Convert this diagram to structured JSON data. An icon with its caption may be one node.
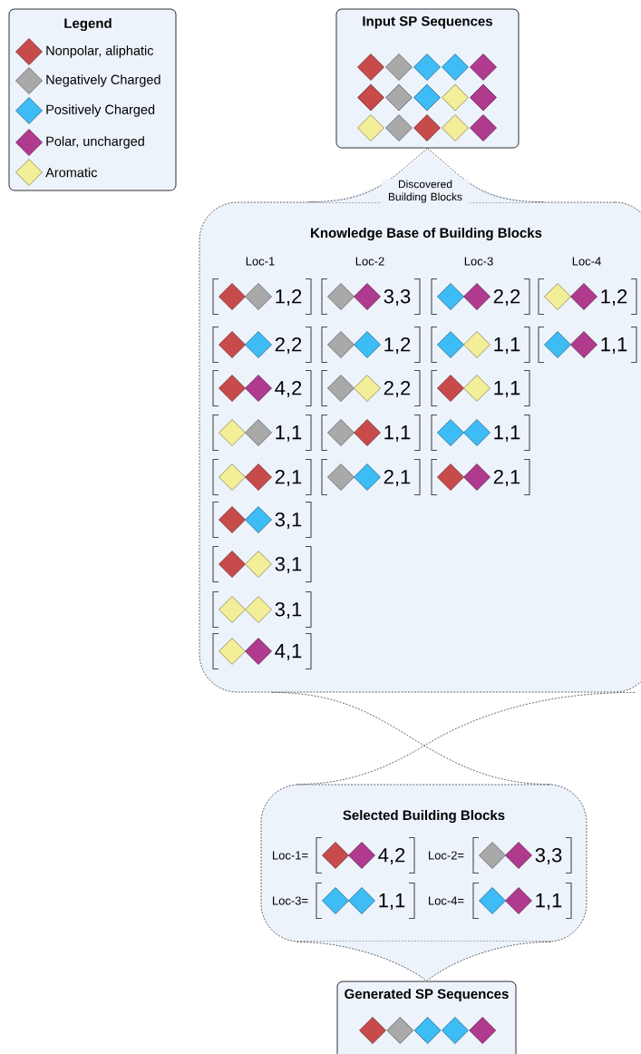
{
  "diagram": {
    "nodes": [
      {
        "text": [
          "Input SP Sequences"
        ]
      },
      {
        "text": [
          "Knowledge Base of Building Blocks"
        ]
      },
      {
        "text": [
          "Selected Building Blocks"
        ]
      },
      {
        "text": [
          "Generated SP Sequences"
        ]
      }
    ],
    "edges": [
      {
        "from": 0,
        "to": 1,
        "arrow": "none",
        "style": "dashed",
        "label": "Discovered Building Blocks"
      },
      {
        "from": 1,
        "to": 2,
        "arrow": "none",
        "style": "dashed"
      },
      {
        "from": 2,
        "to": 3,
        "arrow": "none",
        "style": "dashed"
      }
    ],
    "labels": [
      "Legend",
      "Loc-1",
      "Loc-2",
      "Loc-3",
      "Loc-4",
      "1,2",
      "3,3",
      "2,2",
      "1,2",
      "2,2",
      "1,2",
      "1,1",
      "1,1",
      "4,2",
      "2,2",
      "1,1",
      "1,1",
      "1,1",
      "1,1",
      "2,1",
      "2,1",
      "2,1",
      "3,1",
      "3,1",
      "3,1",
      "4,1",
      "Loc-1=",
      "4,2",
      "Loc-2=",
      "3,3",
      "Loc-3=",
      "1,1",
      "Loc-4=",
      "1,1"
    ],
    "legend": [
      {
        "text": "Nonpolar, aliphatic",
        "color": "#c84b4b"
      },
      {
        "text": "Negatively Charged",
        "color": "#a9a9a9"
      },
      {
        "text": "Positively Charged",
        "color": "#3dbcf5"
      },
      {
        "text": "Polar, uncharged",
        "color": "#b03a8e"
      },
      {
        "text": "Aromatic",
        "color": "#f3ee98"
      }
    ]
  }
}
